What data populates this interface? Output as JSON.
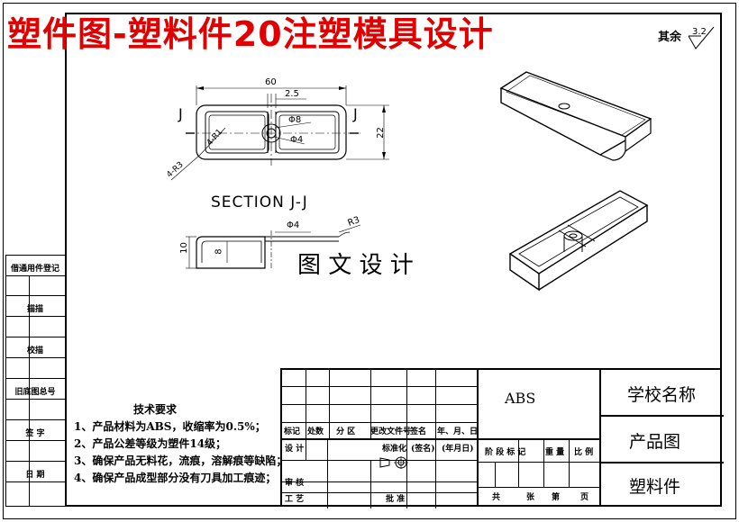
{
  "banner": {
    "title": "塑件图-塑料件20注塑模具设计"
  },
  "roughness": {
    "label": "其余",
    "value": "3.2"
  },
  "drawing": {
    "dim_60": "60",
    "dim_25": "2.5",
    "dim_22": "22",
    "dim_phi8": "Φ8",
    "dim_phi4_top": "Φ4",
    "dim_4r1": "4-R1",
    "dim_4r3": "4-R3",
    "section_mark_left": "J",
    "section_mark_right": "J",
    "section_title": "SECTION  J-J",
    "dim_phi4_sec": "Φ4",
    "dim_r3": "R3",
    "dim_10": "10",
    "dim_8": "8",
    "watermark": "图 文 设 计"
  },
  "side_labels": [
    "借通用件登记",
    "描描",
    "校描",
    "旧底图总号",
    "签 字",
    "日 期"
  ],
  "tech": {
    "title": "技术要求",
    "items": [
      "1、产品材料为ABS，收缩率为0.5%；",
      "2、产品公差等级为塑件14级；",
      "3、确保产品无料花，流痕，溶解痕等缺陷；",
      "4、确保产品成型部分没有刀具加工痕迹；"
    ]
  },
  "title_block": {
    "material": "ABS",
    "school": "学校名称",
    "drawing_type": "产品图",
    "part_name": "塑料件",
    "row_labels": [
      "标记",
      "处数",
      "分 区",
      "更改文件号",
      "签名",
      "年、月、日"
    ],
    "design": "设 计",
    "standard": "标准化",
    "sign": "(签名)",
    "date": "(年月日)",
    "stage_labels": [
      "阶 段 标 记",
      "重 量",
      "比 例"
    ],
    "review": "审 核",
    "process": "工 艺",
    "approve": "批 准",
    "sheets": [
      "共",
      "张",
      "第",
      "页"
    ]
  }
}
